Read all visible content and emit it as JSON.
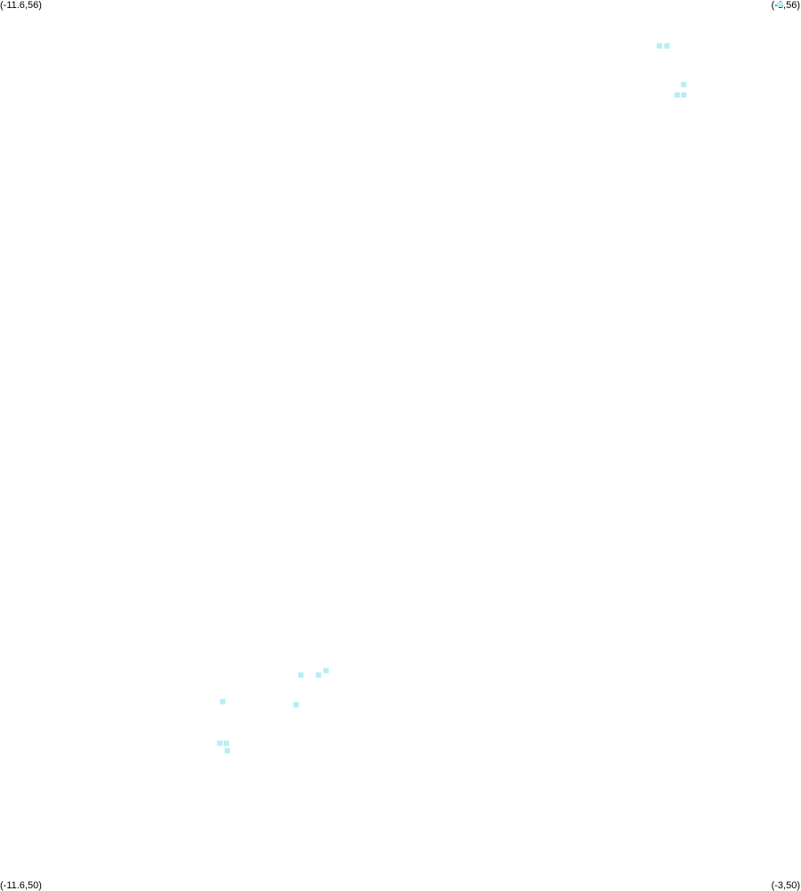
{
  "corners": {
    "top_left": "(-11.6,56)",
    "top_right": "(-3,56)",
    "bottom_left": "(-11.6,50)",
    "bottom_right": "(-3,50)"
  },
  "bounds": {
    "lon_min": -11.6,
    "lon_max": -3,
    "lat_min": 50,
    "lat_max": 56
  },
  "marker_color": "#b3f0f5",
  "points": [
    {
      "lon": -3.23,
      "lat": 55.97
    },
    {
      "lon": -4.52,
      "lat": 55.69
    },
    {
      "lon": -4.44,
      "lat": 55.69
    },
    {
      "lon": -4.26,
      "lat": 55.43
    },
    {
      "lon": -4.33,
      "lat": 55.36
    },
    {
      "lon": -4.26,
      "lat": 55.36
    },
    {
      "lon": -8.1,
      "lat": 51.48
    },
    {
      "lon": -8.18,
      "lat": 51.45
    },
    {
      "lon": -8.37,
      "lat": 51.45
    },
    {
      "lon": -9.21,
      "lat": 51.27
    },
    {
      "lon": -8.42,
      "lat": 51.25
    },
    {
      "lon": -9.24,
      "lat": 50.99
    },
    {
      "lon": -9.17,
      "lat": 50.99
    },
    {
      "lon": -9.16,
      "lat": 50.94
    }
  ]
}
